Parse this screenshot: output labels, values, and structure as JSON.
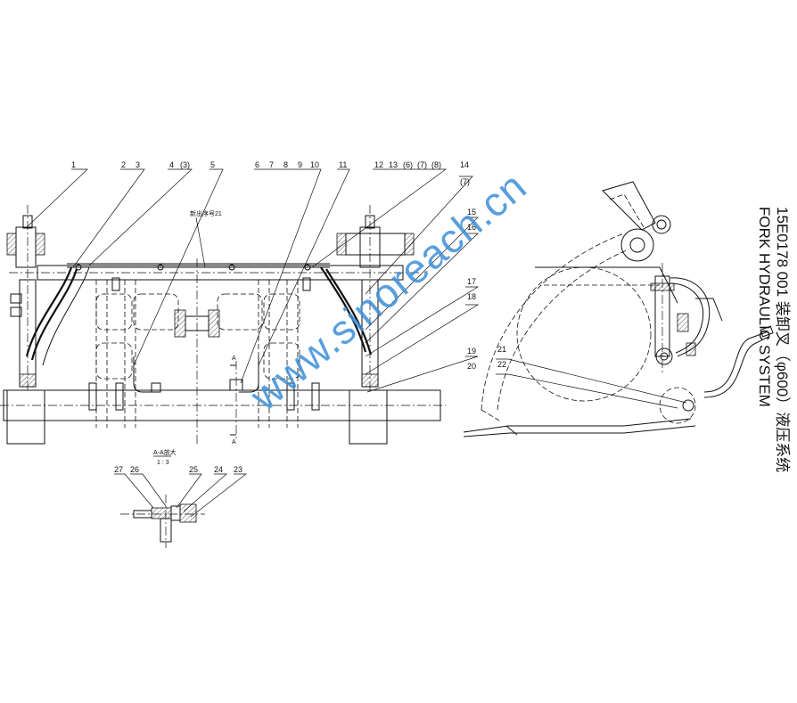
{
  "callouts_top": [
    {
      "id": "c1",
      "text": "1"
    },
    {
      "id": "c2",
      "text": "2"
    },
    {
      "id": "c3",
      "text": "3"
    },
    {
      "id": "c4",
      "text": "4"
    },
    {
      "id": "c4b",
      "text": "(3)"
    },
    {
      "id": "c5",
      "text": "5"
    },
    {
      "id": "c6",
      "text": "6"
    },
    {
      "id": "c7",
      "text": "7"
    },
    {
      "id": "c8",
      "text": "8"
    },
    {
      "id": "c9",
      "text": "9"
    },
    {
      "id": "c10",
      "text": "10"
    },
    {
      "id": "c11",
      "text": "11"
    },
    {
      "id": "c12",
      "text": "12"
    },
    {
      "id": "c13",
      "text": "13"
    },
    {
      "id": "c13b",
      "text": "(6)"
    },
    {
      "id": "c13c",
      "text": "(7)"
    },
    {
      "id": "c13d",
      "text": "(8)"
    },
    {
      "id": "c14",
      "text": "14"
    },
    {
      "id": "c14b",
      "text": "(7)"
    },
    {
      "id": "c15",
      "text": "15"
    },
    {
      "id": "c16",
      "text": "16"
    },
    {
      "id": "c17",
      "text": "17"
    },
    {
      "id": "c18",
      "text": "18"
    },
    {
      "id": "c19",
      "text": "19"
    },
    {
      "id": "c20",
      "text": "20"
    },
    {
      "id": "c21",
      "text": "21"
    },
    {
      "id": "c22",
      "text": "22"
    }
  ],
  "callouts_bottom": [
    {
      "id": "c27",
      "text": "27"
    },
    {
      "id": "c26",
      "text": "26"
    },
    {
      "id": "c25",
      "text": "25"
    },
    {
      "id": "c24",
      "text": "24"
    },
    {
      "id": "c23",
      "text": "23"
    }
  ],
  "notes": {
    "note_main": "新出序号21",
    "section_a_top": "A",
    "section_a_bottom": "A",
    "section_view_title": "A-A放大",
    "section_view_scale": "1 : 3"
  },
  "title_block": {
    "line1": "15E0178 001 装卸叉（φ600）液压系统",
    "line2": "FORK HYDRAULIC SYSTEM"
  },
  "watermark": "www.sinoreach.cn",
  "colors": {
    "line": "#111111",
    "watermark": "#3d8fd6",
    "background": "#ffffff"
  }
}
